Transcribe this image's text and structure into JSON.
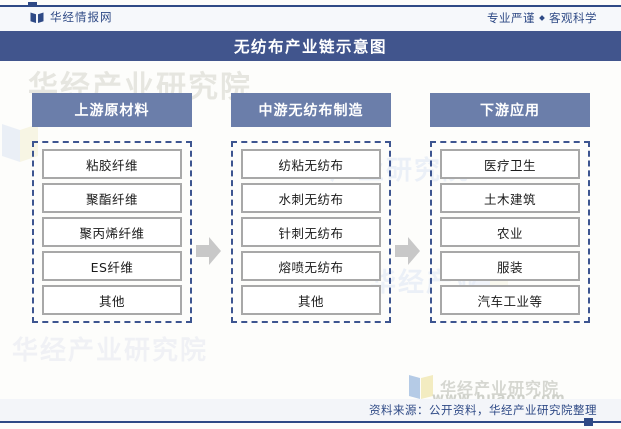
{
  "header": {
    "brand_name": "华经情报网",
    "brand_icon": "book-logo-icon",
    "tagline_left": "专业严谨",
    "tagline_sep": "◆",
    "tagline_right": "客观科学"
  },
  "title_bar": {
    "title": "无纺布产业链示意图"
  },
  "colors": {
    "title_bar_bg": "#41558D",
    "column_header_bg": "#6B7EAA",
    "dashed_border": "#3D5590",
    "item_border": "#A8A8A8",
    "item_bg": "#FFFFFF",
    "arrow_fill": "#C8C8C8",
    "accent_rule": "#2F4A86",
    "page_bg": "#FDFDFB",
    "band_bg": "#F6F8FB"
  },
  "chart_data": {
    "type": "diagram",
    "title": "无纺布产业链示意图",
    "layout": "three-stage value chain, left to right",
    "stages": [
      {
        "label": "上游原材料",
        "items": [
          "粘胶纤维",
          "聚酯纤维",
          "聚丙烯纤维",
          "ES纤维",
          "其他"
        ]
      },
      {
        "label": "中游无纺布制造",
        "items": [
          "纺粘无纺布",
          "水刺无纺布",
          "针刺无纺布",
          "熔喷无纺布",
          "其他"
        ]
      },
      {
        "label": "下游应用",
        "items": [
          "医疗卫生",
          "土木建筑",
          "农业",
          "服装",
          "汽车工业等"
        ]
      }
    ],
    "connectors": [
      "arrow-right",
      "arrow-right"
    ]
  },
  "watermarks": {
    "bg_text_1": "华经产业研究院",
    "bg_text_2": "产业研究院",
    "bg_text_3": "华经产业",
    "bg_text_4": "华经产业研究院",
    "logo_text": "华经产业研究院",
    "logo_url": "www.huaon.com"
  },
  "footer": {
    "source": "资料来源：公开资料，华经产业研究院整理"
  }
}
